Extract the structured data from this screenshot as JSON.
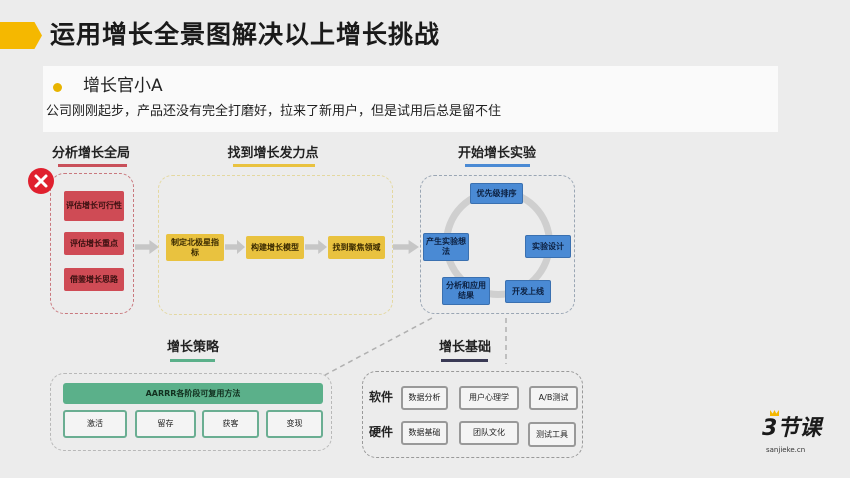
{
  "title": "运用增长全景图解决以上增长挑战",
  "card": {
    "heading": "增长官小A",
    "text": "公司刚刚起步，产品还没有完全打磨好，拉来了新用户，但是试用后总是留不住"
  },
  "sections": {
    "analyze": {
      "title": "分析增长全局",
      "items": [
        "评估增长可行性",
        "评估增长重点",
        "借鉴增长思路"
      ],
      "status": "error"
    },
    "find": {
      "title": "找到增长发力点",
      "items": [
        "制定北极星指标",
        "构建增长模型",
        "找到聚焦领域"
      ]
    },
    "experiment": {
      "title": "开始增长实验",
      "items": [
        "优先级排序",
        "实验设计",
        "开发上线",
        "分析和应用结果",
        "产生实验想法"
      ]
    },
    "strategy": {
      "title": "增长策略",
      "bar": "AARRR各阶段可复用方法",
      "items": [
        "激活",
        "留存",
        "获客",
        "变现"
      ]
    },
    "foundation": {
      "title": "增长基础",
      "software_label": "软件",
      "hardware_label": "硬件",
      "software": [
        "数据分析",
        "用户心理学",
        "A/B测试"
      ],
      "hardware": [
        "数据基础",
        "团队文化",
        "测试工具"
      ]
    }
  },
  "logo": {
    "text": "3节课",
    "url_text": "sanjieke.cn"
  },
  "colors": {
    "accent": "#f5b800",
    "red": "#cf4b55",
    "yellow": "#e9c23f",
    "blue": "#4a8ad4",
    "green": "#5bb08a"
  }
}
